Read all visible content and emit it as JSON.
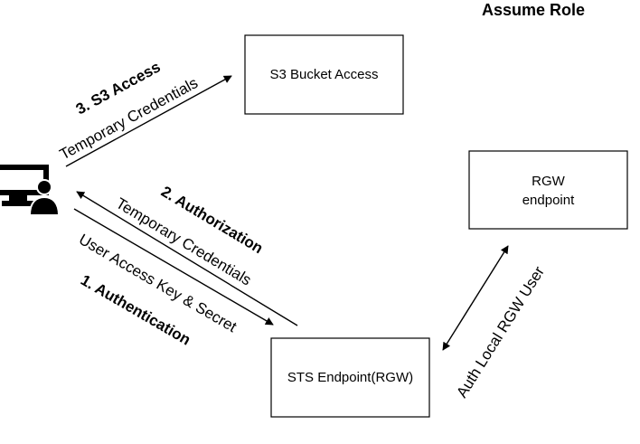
{
  "title": "Assume Role",
  "nodes": {
    "s3": "S3 Bucket Access",
    "rgw_line1": "RGW",
    "rgw_line2": "endpoint",
    "sts": "STS Endpoint(RGW)"
  },
  "icons": {
    "client": "user-computer-icon"
  },
  "edges": {
    "s3_step": "3. S3 Access",
    "s3_label": "Temporary Credentials",
    "authz_step": "2. Authorization",
    "authz_label": "Temporary Credentials",
    "authn_step": "1. Authentication",
    "authn_label": "User Access Key & Secret",
    "rgw_label": "Auth Local RGW User"
  }
}
